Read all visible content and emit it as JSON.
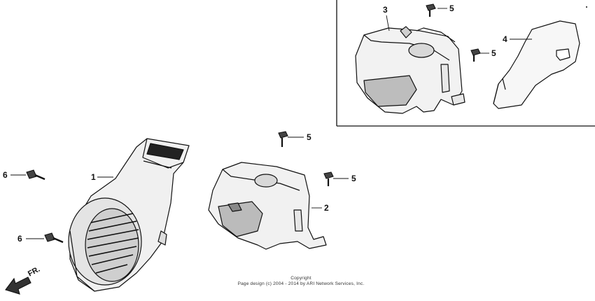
{
  "diagram": {
    "callouts": {
      "c1": "1",
      "c2": "2",
      "c3": "3",
      "c4": "4",
      "c5a": "5",
      "c5b": "5",
      "c5c": "5",
      "c5d": "5",
      "c6a": "6",
      "c6b": "6"
    },
    "direction_label": "FR.",
    "copyright": {
      "line1": "Copyright",
      "line2": "Page design (c) 2004 - 2014 by ARI Network Services, Inc."
    }
  }
}
